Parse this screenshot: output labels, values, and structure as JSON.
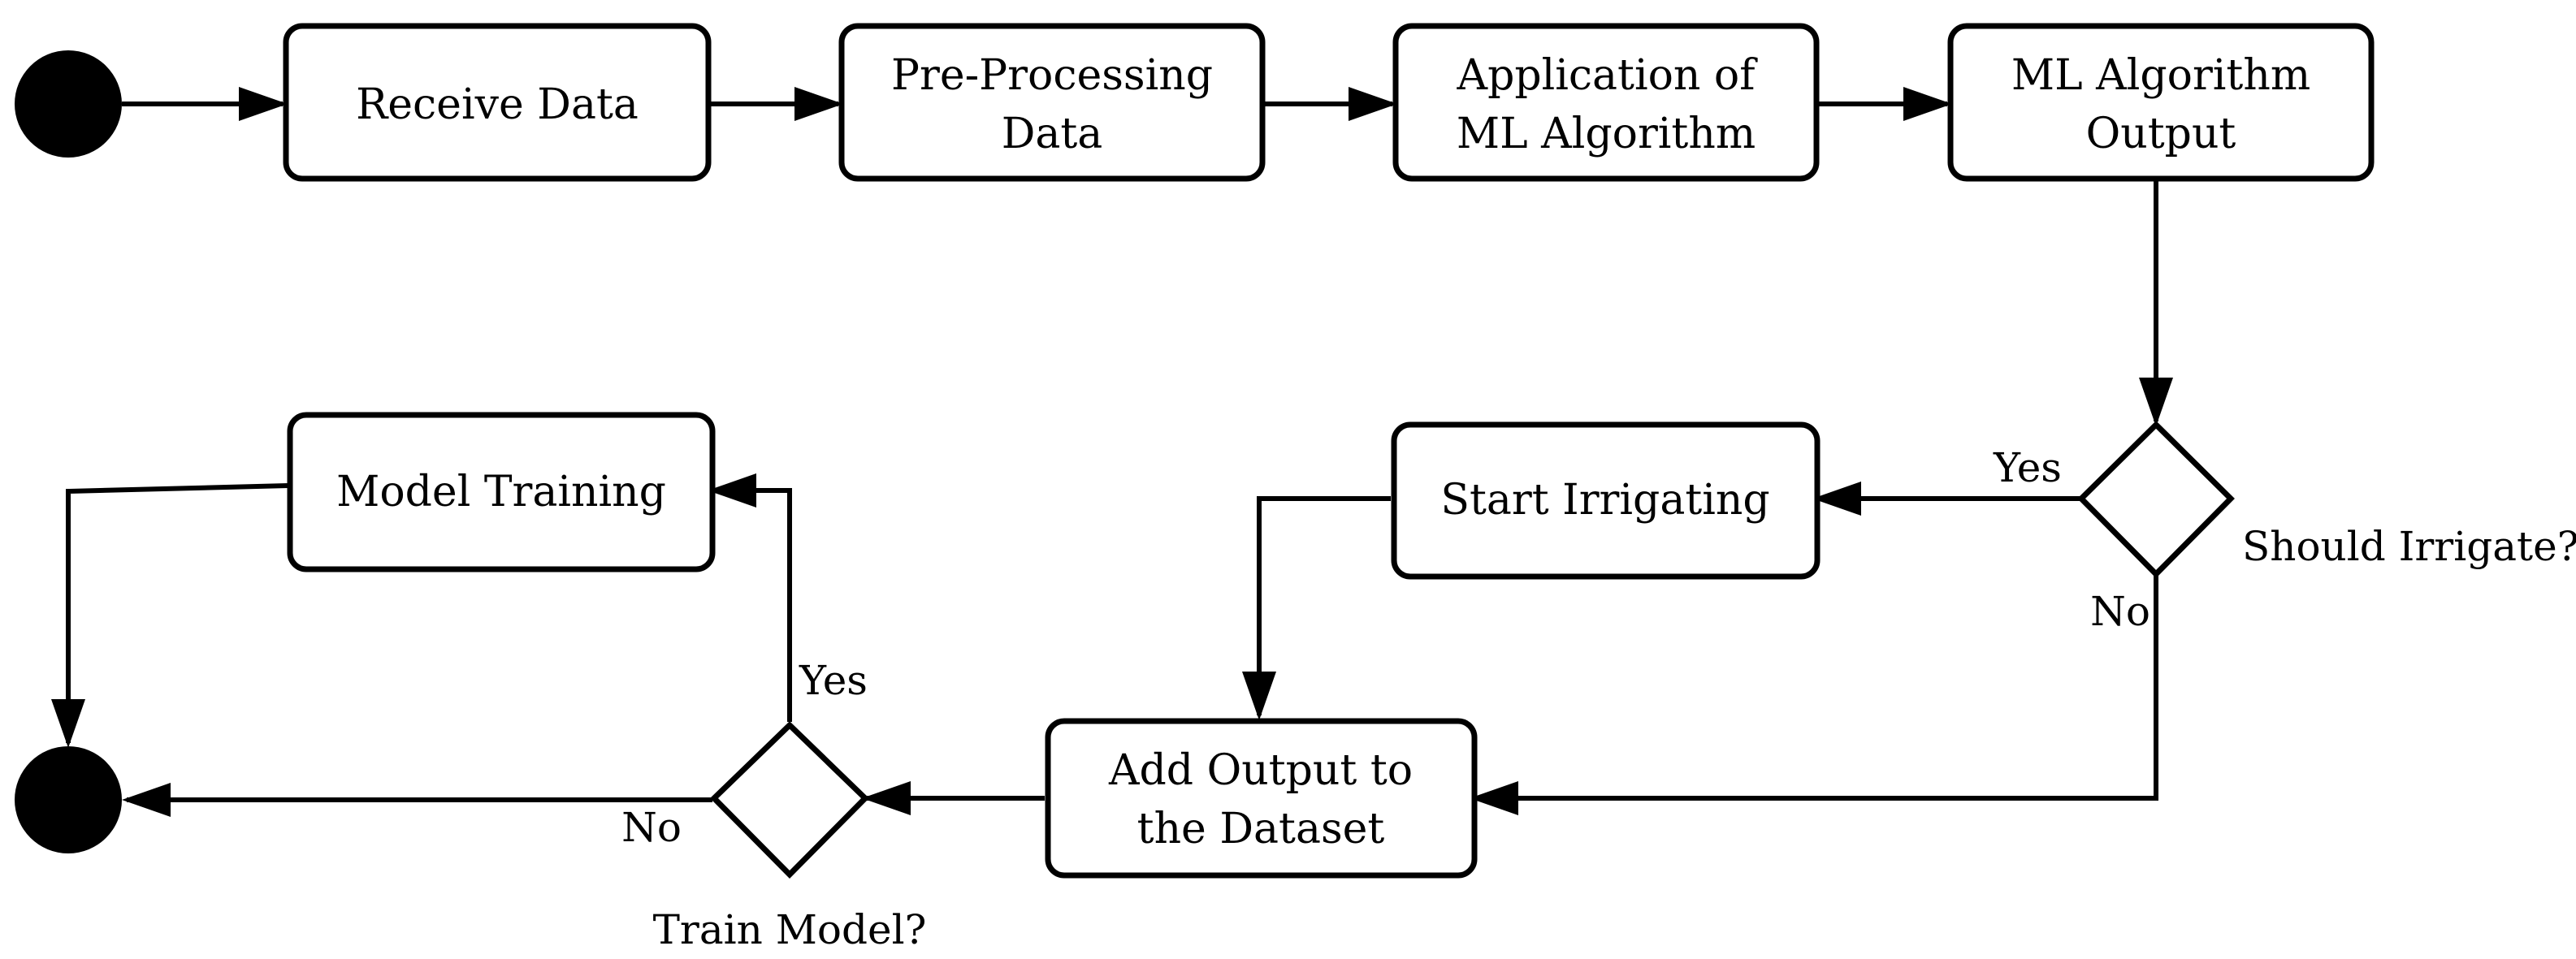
{
  "diagram": {
    "nodes": {
      "receive": "Receive Data",
      "preprocess": [
        "Pre-Processing",
        "Data"
      ],
      "apply": [
        "Application of",
        "ML Algorithm"
      ],
      "output": [
        "ML Algorithm",
        "Output"
      ],
      "irrigate": "Start Irrigating",
      "add_output": [
        "Add Output to",
        "the Dataset"
      ],
      "training": "Model Training"
    },
    "decisions": {
      "should_irrigate": "Should Irrigate?",
      "train_model": "Train Model?"
    },
    "edge_labels": {
      "irrigate_yes": "Yes",
      "irrigate_no": "No",
      "train_yes": "Yes",
      "train_no": "No"
    }
  }
}
